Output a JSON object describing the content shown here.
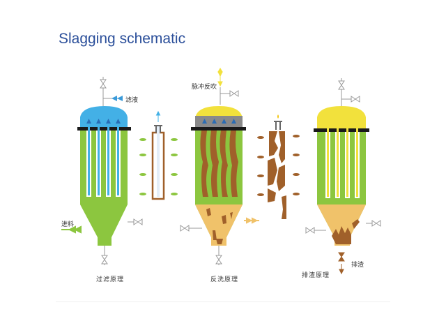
{
  "title": "Slagging schematic",
  "colors": {
    "title": "#2b4f9a",
    "vessel_green": "#8cc63f",
    "top_blue": "#43b0e6",
    "top_yellow": "#f2e13c",
    "cake_brown": "#a0602a",
    "slag_tan": "#f0c26a",
    "flange_black": "#1a1a1a"
  },
  "panels": [
    {
      "caption": "过滤原理",
      "labels": {
        "outlet": "滤液",
        "inlet": "进料"
      }
    },
    {
      "caption": "反洗原理",
      "labels": {
        "pulse": "脉冲反吹"
      }
    },
    {
      "caption": "排渣原理",
      "labels": {
        "discharge": "排渣"
      }
    }
  ]
}
